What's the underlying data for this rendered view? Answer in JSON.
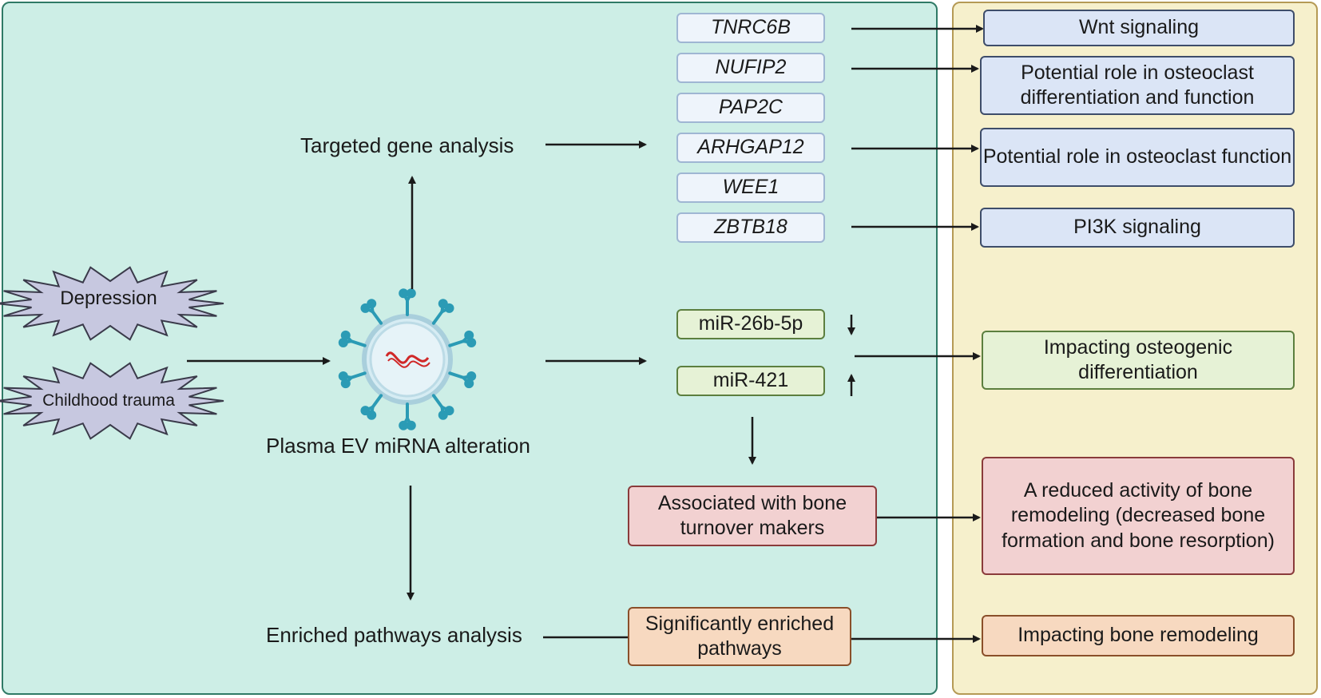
{
  "labels": {
    "targeted_gene_analysis": "Targeted gene analysis",
    "plasma_ev": "Plasma EV miRNA alteration",
    "enriched_pathways_analysis": "Enriched pathways analysis"
  },
  "conditions": [
    "Depression",
    "Childhood trauma"
  ],
  "genes": [
    "TNRC6B",
    "NUFIP2",
    "PAP2C",
    "ARHGAP12",
    "WEE1",
    "ZBTB18"
  ],
  "gene_effects": {
    "wnt": "Wnt signaling",
    "osteoclast_diff": "Potential role in osteoclast differentiation and function",
    "osteoclast_func": "Potential role in osteoclast function",
    "pi3k": "PI3K signaling"
  },
  "mirnas": [
    {
      "name": "miR-26b-5p",
      "direction": "↓"
    },
    {
      "name": "miR-421",
      "direction": "↑"
    }
  ],
  "mirna_effect": "Impacting osteogenic differentiation",
  "bone_turnover": "Associated with bone turnover makers",
  "bone_turnover_effect": "A reduced activity of bone remodeling (decreased bone formation and bone resorption)",
  "pathways": "Significantly enriched pathways",
  "pathways_effect": "Impacting bone remodeling",
  "colors": {
    "left_panel": "#cdeee6",
    "right_panel": "#f6f0cc",
    "gene_box": "#eef4fb",
    "blue_box": "#dbe5f6",
    "green_box": "#e6f2d6",
    "red_box": "#f2d1d1",
    "orange_box": "#f7d9c0",
    "starburst": "#c7c8e0",
    "ev_receptor": "#2b9bb5",
    "rna_strand": "#d02828"
  }
}
